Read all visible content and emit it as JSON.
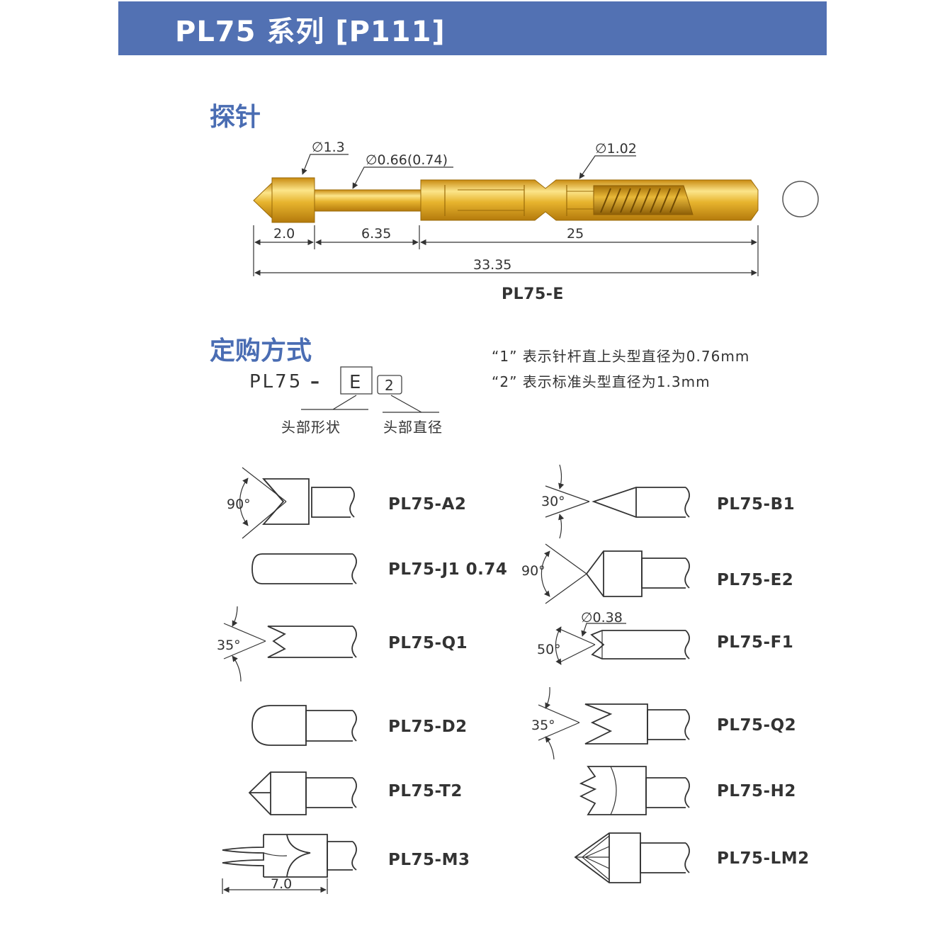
{
  "header": {
    "title": "PL75 系列 [P111]"
  },
  "sections": {
    "probe": "探针",
    "ordering": "定购方式"
  },
  "probe_drawing": {
    "model": "PL75-E",
    "diameters": [
      "∅1.3",
      "∅0.66(0.74)",
      "∅1.02"
    ],
    "lengths": [
      "2.0",
      "6.35",
      "25",
      "33.35"
    ]
  },
  "ordering": {
    "prefix": "PL75",
    "dash": "–",
    "head_code": "E",
    "dia_code": "2",
    "label_head_shape": "头部形状",
    "label_head_dia": "头部直径",
    "note1": "“1” 表示针杆直上头型直径为0.76mm",
    "note2": "“2” 表示标准头型直径为1.3mm"
  },
  "heads_left": [
    {
      "model": "PL75-A2",
      "angle": "90°",
      "icon": "cone-90-tip-icon"
    },
    {
      "model": "PL75-J1 0.74",
      "icon": "radius-tip-icon"
    },
    {
      "model": "PL75-Q1",
      "angle": "35°",
      "icon": "crown-4-point-tip-icon"
    },
    {
      "model": "PL75-D2",
      "icon": "dome-tip-icon"
    },
    {
      "model": "PL75-T2",
      "icon": "chisel-tip-icon"
    },
    {
      "model": "PL75-M3",
      "length": "7.0",
      "icon": "claw-tip-icon"
    }
  ],
  "heads_right": [
    {
      "model": "PL75-B1",
      "angle": "30°",
      "icon": "spear-30-tip-icon"
    },
    {
      "model": "PL75-E2",
      "angle": "90°",
      "icon": "cone-90-large-tip-icon"
    },
    {
      "model": "PL75-F1",
      "angle": "50°",
      "diameter": "∅0.38",
      "icon": "cup-tip-icon"
    },
    {
      "model": "PL75-Q2",
      "angle": "35°",
      "icon": "crown-large-tip-icon"
    },
    {
      "model": "PL75-H2",
      "icon": "serrated-tip-icon"
    },
    {
      "model": "PL75-LM2",
      "icon": "star-tip-icon"
    }
  ],
  "colors": {
    "banner": "#5271b3",
    "section_heading": "#4a6db3",
    "probe_gold": "#e3b12a"
  }
}
